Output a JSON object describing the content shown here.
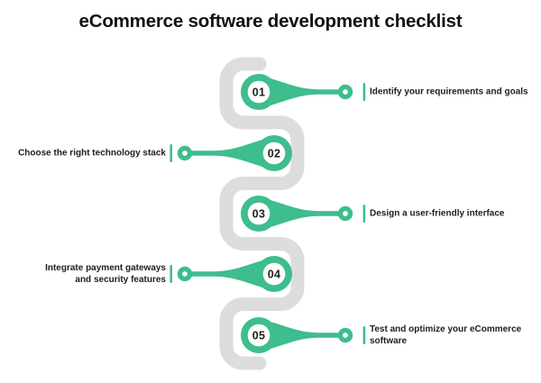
{
  "title": "eCommerce software development checklist",
  "colors": {
    "accent": "#3ebd8d",
    "track": "#dddddd",
    "text": "#1e1e1e"
  },
  "steps": [
    {
      "number": "01",
      "label": "Identify your requirements and goals",
      "side": "right"
    },
    {
      "number": "02",
      "label": "Choose the right technology stack",
      "side": "left"
    },
    {
      "number": "03",
      "label": "Design a user-friendly interface",
      "side": "right"
    },
    {
      "number": "04",
      "label": "Integrate payment gateways\nand security features",
      "side": "left"
    },
    {
      "number": "05",
      "label": "Test and optimize your eCommerce software",
      "side": "right"
    }
  ]
}
